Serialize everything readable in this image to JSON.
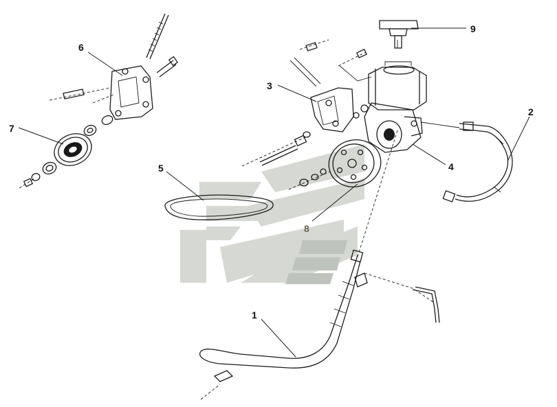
{
  "diagram": {
    "callouts": [
      {
        "id": "1",
        "label": "1"
      },
      {
        "id": "2",
        "label": "2"
      },
      {
        "id": "3",
        "label": "3"
      },
      {
        "id": "4",
        "label": "4"
      },
      {
        "id": "5",
        "label": "5"
      },
      {
        "id": "6",
        "label": "6"
      },
      {
        "id": "7",
        "label": "7"
      },
      {
        "id": "8",
        "label": "8"
      },
      {
        "id": "9",
        "label": "9"
      }
    ]
  },
  "colors": {
    "line": "#1a1a1a",
    "watermark_light": "#d5d8d3",
    "watermark_dark": "#bfc3bd",
    "label_muted": "#6b6152"
  }
}
